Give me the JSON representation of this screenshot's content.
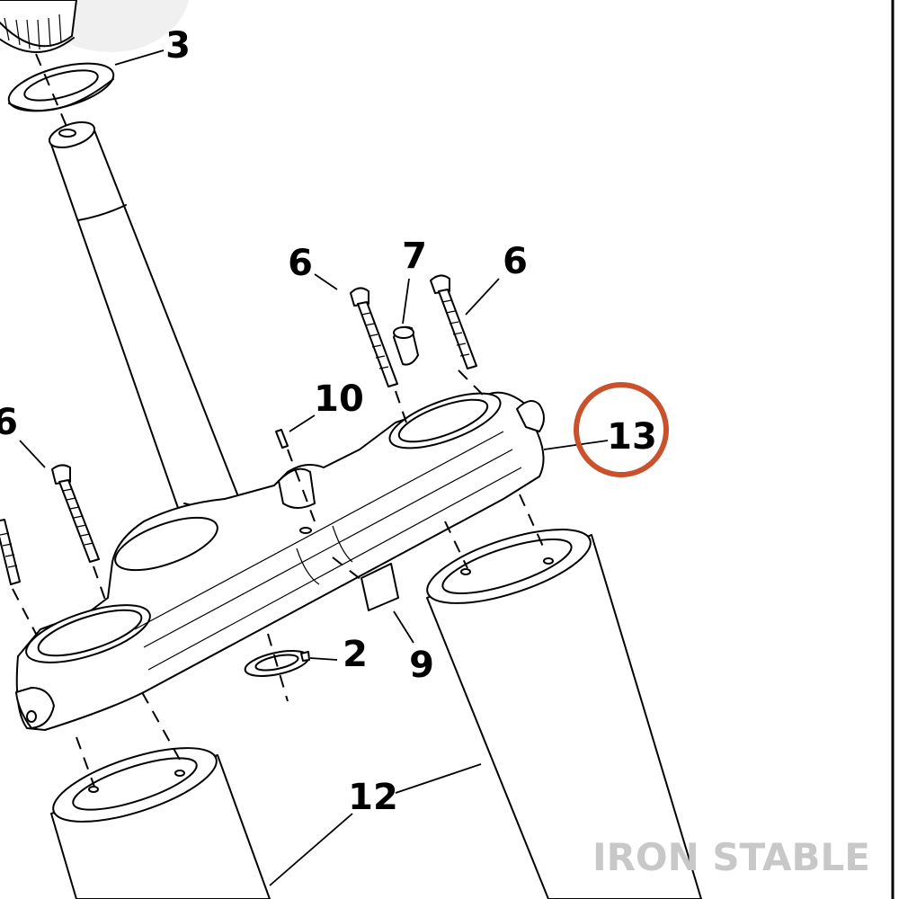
{
  "diagram": {
    "callouts": {
      "c3": "3",
      "c6a": "6",
      "c7": "7",
      "c6b": "6",
      "c10": "10",
      "c6c": "6",
      "c13": "13",
      "c2": "2",
      "c9": "9",
      "c12": "12"
    },
    "highlight_color": "#c9512c",
    "watermark": "IRON STABLE",
    "watermark_color": "#c8c8c8"
  }
}
